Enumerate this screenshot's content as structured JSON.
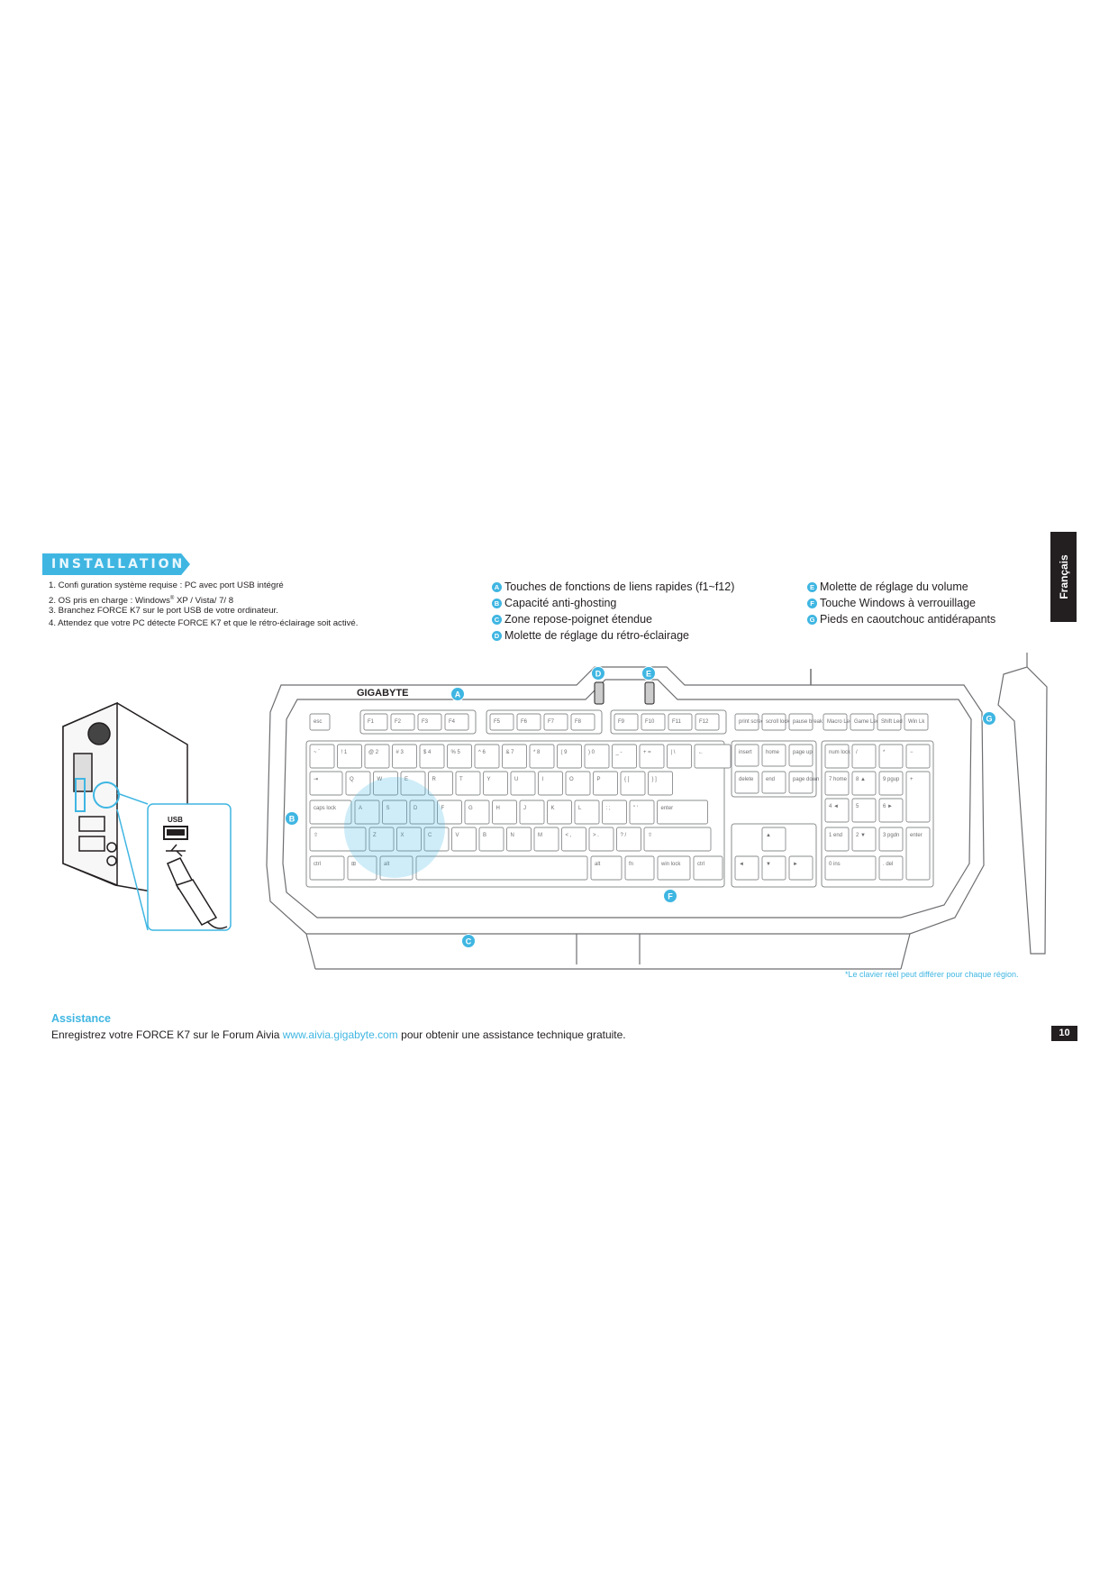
{
  "section_title": "INSTALLATION",
  "requirements": [
    "1. Confi guration système requise : PC avec port USB intégré",
    "2. OS pris en charge : Windows",
    "3. Branchez FORCE K7 sur le port USB de votre ordinateur.",
    "4. Attendez que votre PC détecte FORCE K7 et que le rétro-éclairage soit activé."
  ],
  "requirements_os_mark": "®",
  "requirements_os_rest": " XP / Vista/ 7/ 8",
  "features_left": [
    {
      "letter": "A",
      "text": "Touches de fonctions de liens rapides (f1~f12)"
    },
    {
      "letter": "B",
      "text": "Capacité anti-ghosting"
    },
    {
      "letter": "C",
      "text": "Zone repose-poignet étendue"
    },
    {
      "letter": "D",
      "text": "Molette de réglage du rétro-éclairage"
    }
  ],
  "features_right": [
    {
      "letter": "E",
      "text": "Molette de réglage du volume"
    },
    {
      "letter": "F",
      "text": "Touche Windows à verrouillage"
    },
    {
      "letter": "G",
      "text": "Pieds en caoutchouc antidérapants"
    }
  ],
  "side_tab": "Français",
  "usb_label": "USB",
  "brand_logo": "GIGABYTE",
  "callouts": [
    "A",
    "B",
    "C",
    "D",
    "E",
    "F",
    "G"
  ],
  "keyboard": {
    "esc": "esc",
    "fkeys": [
      "F1",
      "F2",
      "F3",
      "F4",
      "F5",
      "F6",
      "F7",
      "F8",
      "F9",
      "F10",
      "F11",
      "F12"
    ],
    "nav_top": [
      "print screen",
      "scroll lock",
      "pause break"
    ],
    "macro": [
      "Macro Led",
      "Game Led",
      "Shift Led",
      "Win Lk"
    ],
    "row_num": [
      "~ `",
      "! 1",
      "@ 2",
      "# 3",
      "$ 4",
      "% 5",
      "^ 6",
      "& 7",
      "* 8",
      "( 9",
      ") 0",
      "_ -",
      "+ =",
      "| \\",
      "←"
    ],
    "row_q": [
      "⇥",
      "Q",
      "W",
      "E",
      "R",
      "T",
      "Y",
      "U",
      "I",
      "O",
      "P",
      "{ [",
      "} ]"
    ],
    "row_a": [
      "caps lock",
      "A",
      "S",
      "D",
      "F",
      "G",
      "H",
      "J",
      "K",
      "L",
      ": ;",
      "\" '",
      "enter"
    ],
    "row_z": [
      "⇧",
      "Z",
      "X",
      "C",
      "V",
      "B",
      "N",
      "M",
      "< ,",
      "> .",
      "? /",
      "⇧"
    ],
    "row_bottom": [
      "ctrl",
      "⊞",
      "alt",
      "",
      "alt",
      "fn",
      "win lock",
      "ctrl"
    ],
    "nav_mid": [
      "insert",
      "home",
      "page up",
      "delete",
      "end",
      "page down"
    ],
    "arrows": [
      "▲",
      "◄",
      "▼",
      "►"
    ],
    "numpad": [
      "num lock",
      "/",
      "*",
      "−",
      "7 home",
      "8 ▲",
      "9 pgup",
      "+",
      "4 ◄",
      "5",
      "6 ►",
      "1 end",
      "2 ▼",
      "3 pgdn",
      "enter",
      "0 ins",
      ". del"
    ]
  },
  "note": "*Le clavier réel peut différer pour chaque région.",
  "assistance_title": "Assistance",
  "assistance_text_before": "Enregistrez votre FORCE K7 sur le Forum Aivia ",
  "assistance_link": "www.aivia.gigabyte.com",
  "assistance_text_after": " pour obtenir une assistance technique gratuite.",
  "page_number": "10",
  "colors": {
    "accent": "#3fb6e2",
    "dark": "#231f20",
    "line": "#6d6e71"
  }
}
